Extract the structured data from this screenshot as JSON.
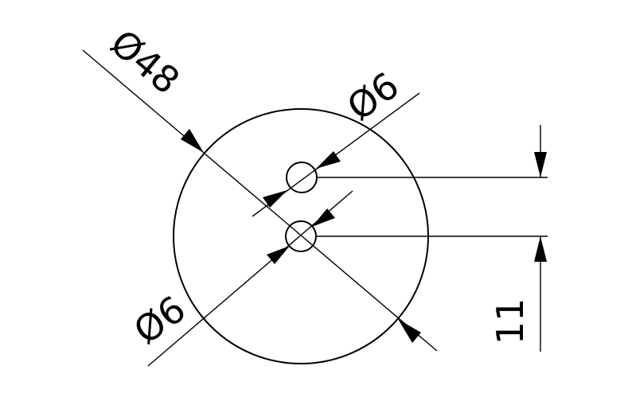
{
  "drawing": {
    "outer_diameter_label": "Ø48",
    "hole_upper_label": "Ø6",
    "hole_lower_label": "Ø6",
    "hole_spacing_label": "11"
  }
}
